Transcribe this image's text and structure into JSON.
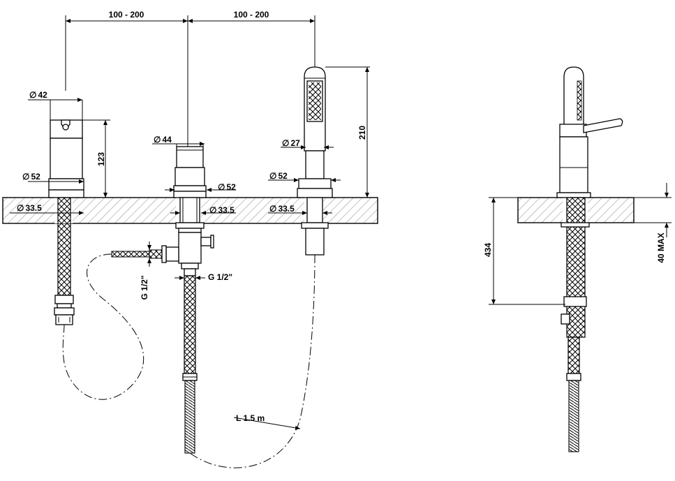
{
  "dimensions": {
    "spacing_left": "100 - 200",
    "spacing_right": "100 - 200",
    "height_handshower": "210",
    "height_mixer": "123",
    "diameter_lever": "42",
    "diameter_mixer_base": "52",
    "diameter_hole_left": "33.5",
    "diameter_diverter_top": "44",
    "diameter_diverter_base": "52",
    "diameter_hole_center": "33.5",
    "diameter_handshower": "27",
    "diameter_holder_base": "52",
    "diameter_hole_right": "33.5",
    "thread_side": "G 1/2\"",
    "thread_bottom": "G 1/2\"",
    "hose_length": "L 1.5 m",
    "depth_total": "434",
    "deck_thickness": "40 MAX"
  },
  "symbols": {
    "diameter": "∅"
  }
}
